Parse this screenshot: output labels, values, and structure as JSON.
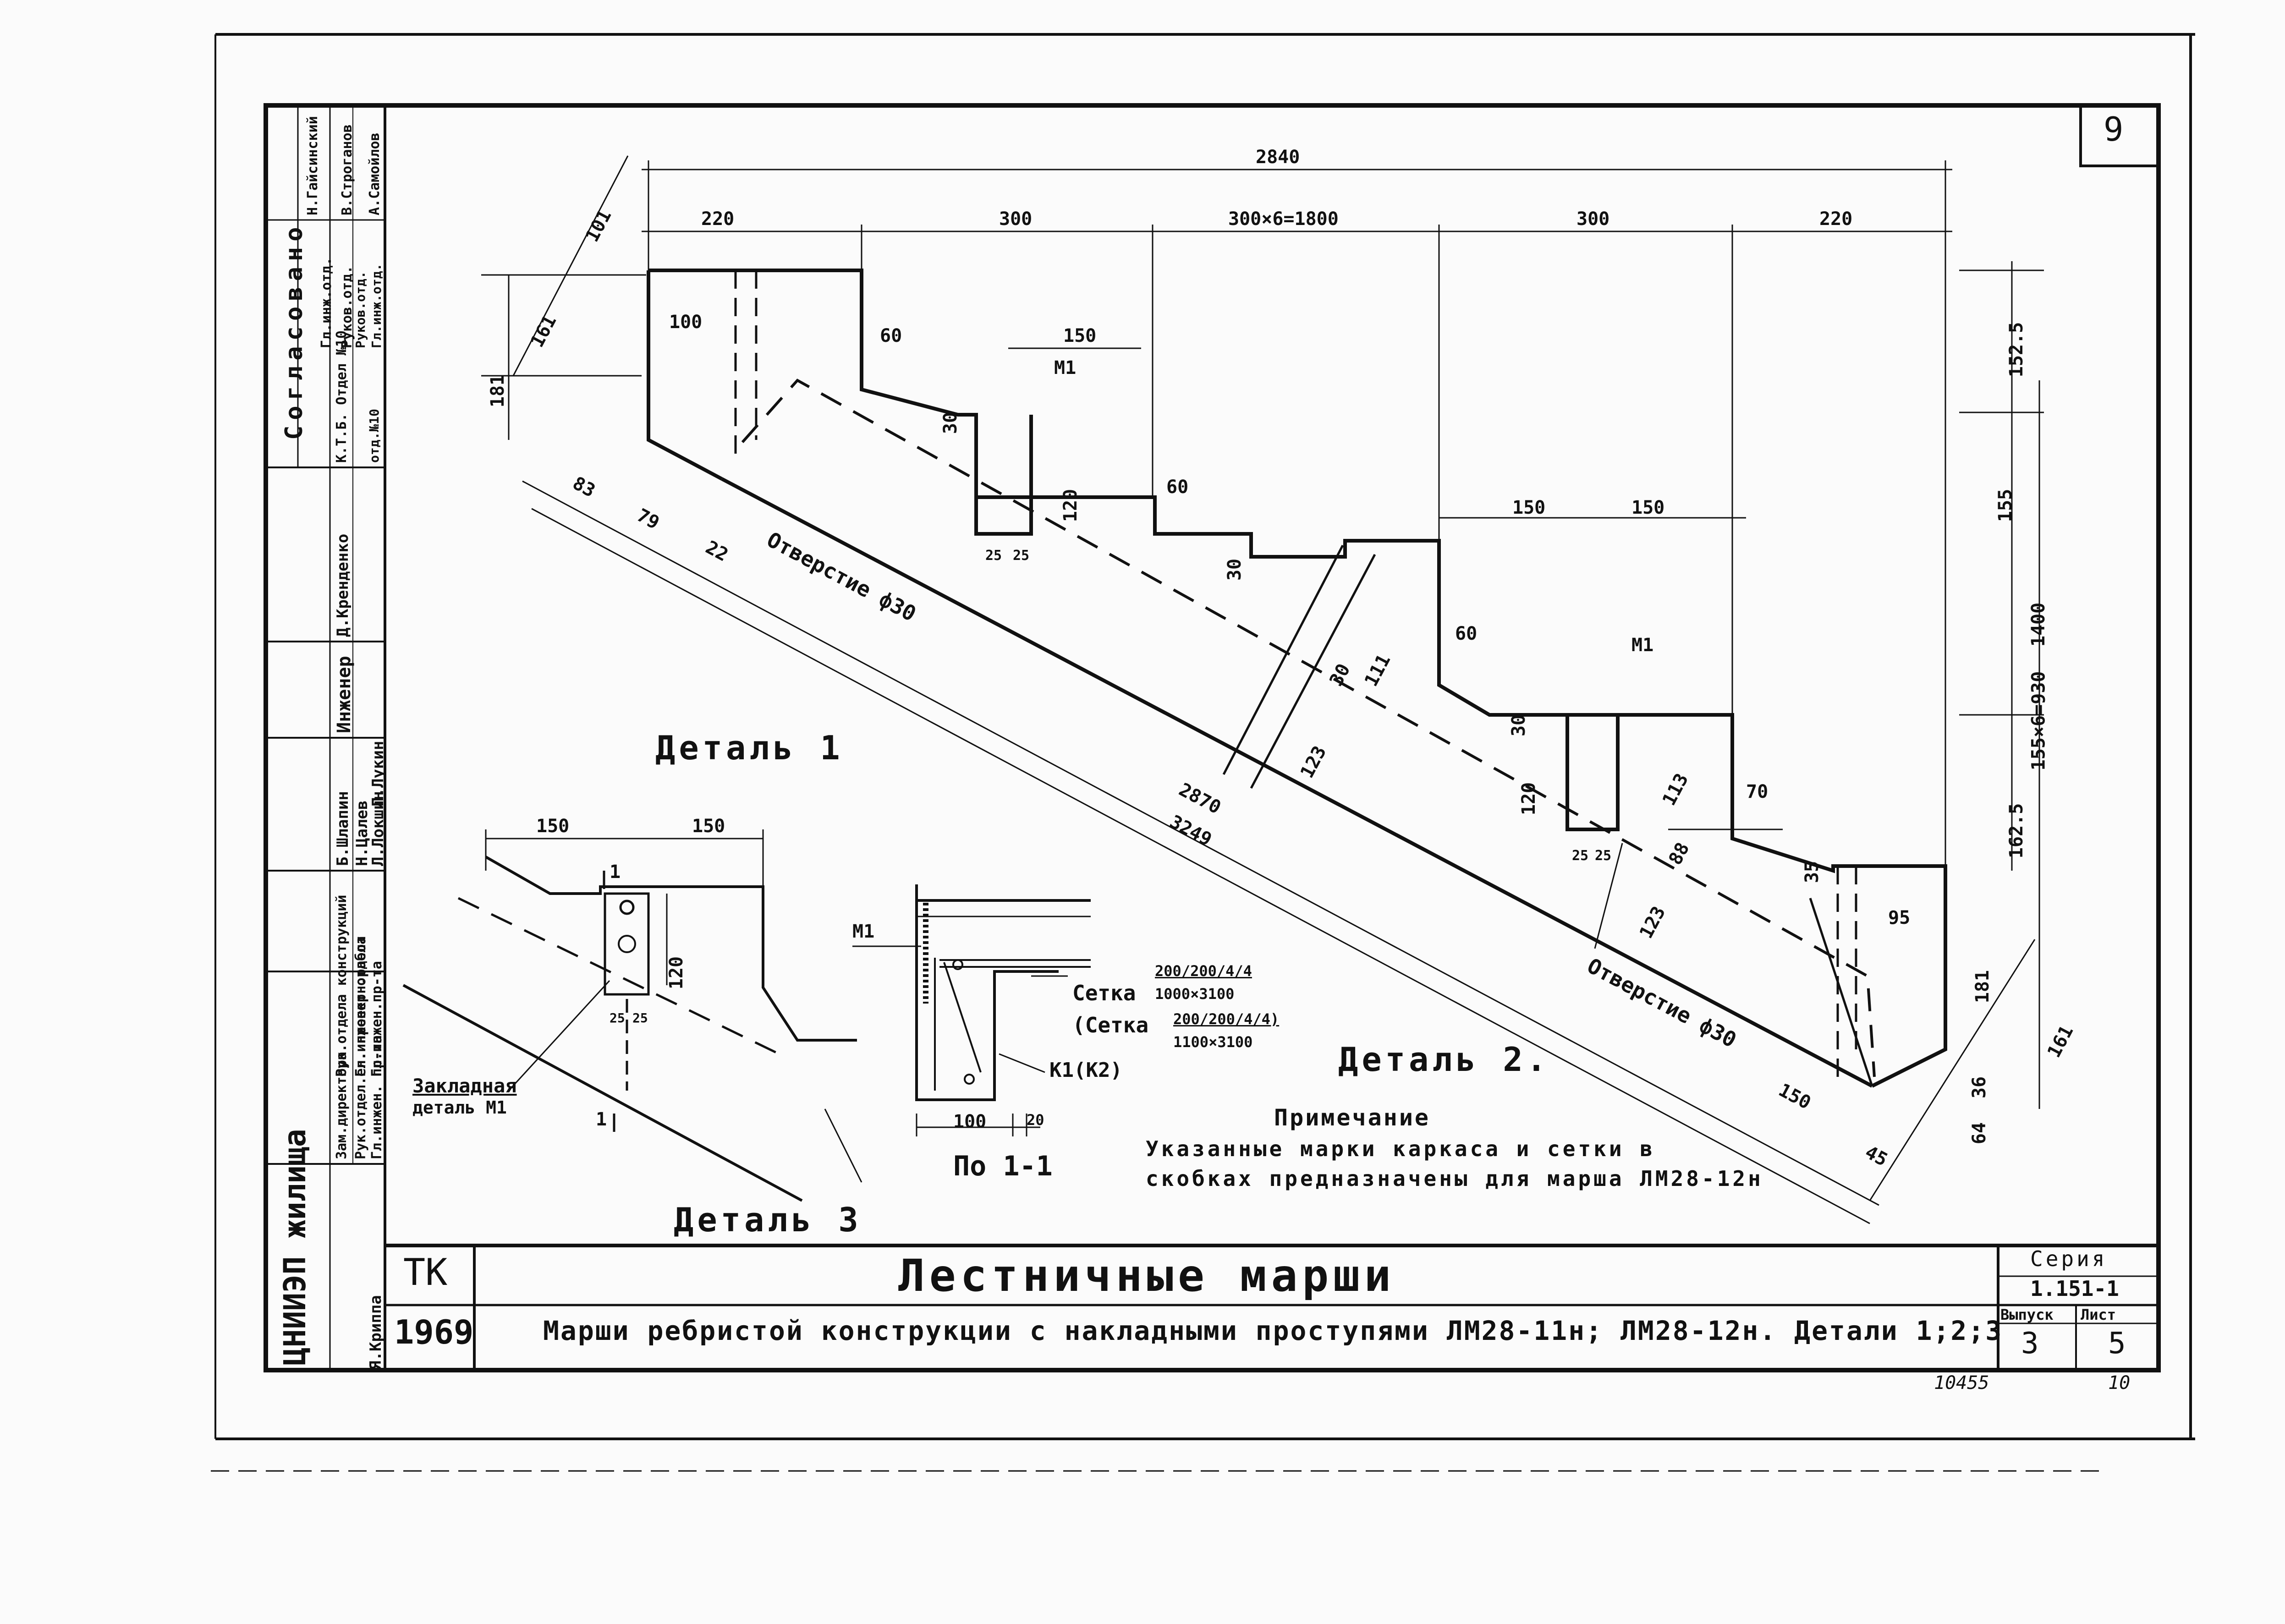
{
  "sheet": {
    "page_number": "9",
    "bottom_code": "10455",
    "bottom_code2": "10"
  },
  "title_block": {
    "left_code": "ТК",
    "year": "1969",
    "title": "Лестничные марши",
    "subtitle": "Марши ребристой конструкции с накладными проступями ЛМ28-11н; ЛМ28-12н. Детали 1;2;3",
    "series_label": "Серия",
    "series_value": "1.151-1",
    "issue_label": "Выпуск",
    "issue_value": "3",
    "sheet_label": "Лист",
    "sheet_value": "5"
  },
  "side_stamp": {
    "org": "ЦНИИЭП жилища",
    "approved_heading": "Согласовано",
    "rows": [
      "Зам.директора",
      "Рук.отдел.ен. проектн.работ",
      "Рук.отдела конструкций",
      "Гл.инженер отдела",
      "Гл.инжен.пр-та",
      "Гл.инжен. пр-та",
      "Инженер",
      "К.Т.Б. Отдел №10",
      "Гл.инж.отд.",
      "Руков.отд."
    ],
    "names": [
      "Я.Криппа",
      "Б.Шлапин",
      "Н.Цалев",
      "Л.Локшин",
      "П.Лукин",
      "Д.Кренденко",
      "Н.Гайсинский",
      "В.Строганов",
      "А.Самойлов"
    ],
    "dept": [
      "отд.№10",
      "Руков.отд.",
      "Гл.инж.отд."
    ]
  },
  "dimensions": {
    "top_overall": "2840",
    "top_220_left": "220",
    "top_300_left": "300",
    "top_middle": "300×6=1800",
    "top_300_right": "300",
    "top_220_right": "220",
    "d101": "101",
    "d161_left": "161",
    "d181_left": "181",
    "d100": "100",
    "d60_a": "60",
    "d30_a": "30",
    "d150_a": "150",
    "m1_a": "М1",
    "d120_a": "120",
    "d25_a": "25",
    "d25_b": "25",
    "d60_b": "60",
    "d30_b": "30",
    "d83": "83",
    "d79": "79",
    "d22": "22",
    "hole_top": "Отверстие ф30",
    "d150_b": "150",
    "d150_c": "150",
    "d111": "111",
    "d30_c": "30",
    "d123_a": "123",
    "d60_c": "60",
    "d30_d": "30",
    "m1_b": "М1",
    "d120_b": "120",
    "d25_c": "25",
    "d25_d": "25",
    "d113": "113",
    "d88": "88",
    "d123_b": "123",
    "d70": "70",
    "d35": "35",
    "d95": "95",
    "hole_bottom": "Отверстие ф30",
    "d150_d": "150",
    "d45": "45",
    "d2870": "2870",
    "d3249": "3249",
    "right_1525": "152.5",
    "right_155": "155",
    "right_1400": "1400",
    "right_155x6": "155×6=930",
    "right_1625": "162.5",
    "right_181": "181",
    "right_36": "36",
    "right_64": "64",
    "right_161": "161"
  },
  "details": {
    "detail1": "Деталь 1",
    "detail2": "Деталь 2.",
    "detail3": "Деталь 3",
    "d3_150a": "150",
    "d3_150b": "150",
    "d3_120": "120",
    "d3_1top": "1",
    "d3_1bot": "1",
    "d3_25a": "25",
    "d3_25b": "25",
    "embed_label_1": "Закладная",
    "embed_label_2": "деталь М1",
    "sec_m1": "М1",
    "sec_mesh1": "Сетка",
    "sec_mesh1_top": "200/200/4/4",
    "sec_mesh1_bot": "1000×3100",
    "sec_mesh2": "(Сетка",
    "sec_mesh2_top": "200/200/4/4)",
    "sec_mesh2_bot": "1100×3100",
    "sec_k": "К1(К2)",
    "sec_100": "100",
    "sec_20": "20",
    "sec_title": "По 1-1"
  },
  "note": {
    "heading": "Примечание",
    "line1": "Указанные марки каркаса и сетки в",
    "line2": "скобках предназначены для марша ЛМ28-12н"
  }
}
